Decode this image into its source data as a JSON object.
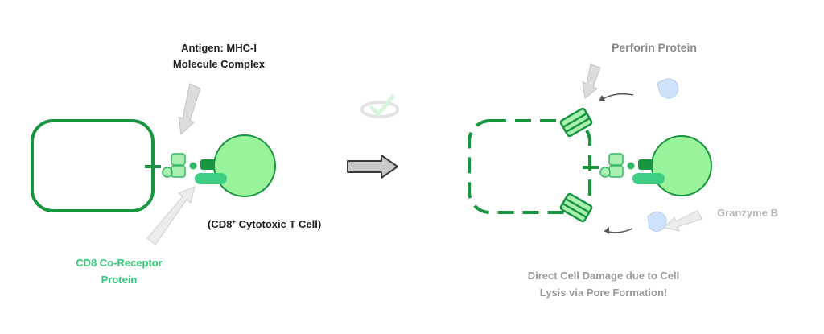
{
  "diagram": {
    "left_panel": {
      "antigen_label_line1": "Antigen: MHC-I",
      "antigen_label_line2": "Molecule Complex",
      "cd8_label_line1": "CD8 Co-Receptor",
      "cd8_label_line2": "Protein",
      "tcell_label_prefix": "(CD8",
      "tcell_label_superscript": "+",
      "tcell_label_suffix": " Cytotoxic T Cell)"
    },
    "right_panel": {
      "perforin_label": "Perforin Protein",
      "granzyme_label": "Granzyme B",
      "outcome_line1": "Direct Cell Damage due to Cell",
      "outcome_line2": "Lysis via Pore Formation!"
    }
  },
  "colors": {
    "dark_green": "#18953f",
    "mid_green": "#34b86a",
    "light_green": "#a8efb0",
    "cell_green": "#98f39b",
    "receptor_green": "#3ecf86",
    "pale_green": "#bdf0c4",
    "granzyme_blue": "#cfe2fb",
    "arrow_grey": "#dcdcdc"
  },
  "icons": [
    "watermark-logo-icon",
    "process-arrow-icon"
  ]
}
